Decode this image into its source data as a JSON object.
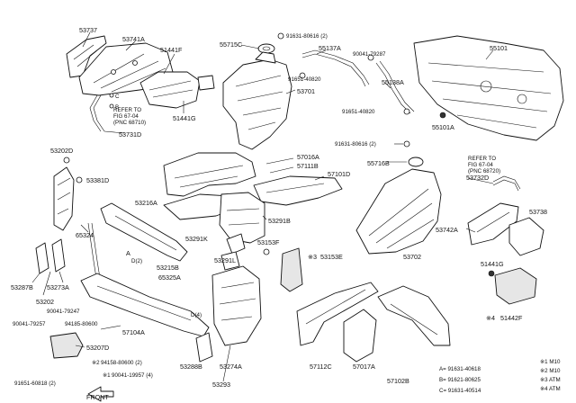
{
  "parts": {
    "p53737": "53737",
    "p53741A": "53741A",
    "p51441F": "51441F",
    "p51441G": "51441G",
    "p53731D": "53731D",
    "p55715C": "55715C",
    "p91631_80616_2": "91631-80616 (2)",
    "p55137A": "55137A",
    "p90041_79287": "90041-79287",
    "p91651_40820_a": "91651-40820",
    "p53701": "53701",
    "p55138A": "55138A",
    "p91651_40820_b": "91651-40820",
    "p55101": "55101",
    "p55101A": "55101A",
    "p53202D": "53202D",
    "p53381D": "53381D",
    "p57016A": "57016A",
    "p57111B": "57111B",
    "p57101D": "57101D",
    "p91631_80616_2b": "91631-80616 (2)",
    "p55716B": "55716B",
    "p53732D": "53732D",
    "p53216A": "53216A",
    "p53291B": "53291B",
    "p53738": "53738",
    "p65324": "65324",
    "p53291K": "53291K",
    "p53153F": "53153F",
    "p53153E": "53153E",
    "p53742A": "53742A",
    "p53702": "53702",
    "p53287B": "53287B",
    "p53273A": "53273A",
    "p53215B": "53215B",
    "p65325A": "65325A",
    "p53291L": "53291L",
    "p51441G_b": "51441G",
    "p53202": "53202",
    "p90041_79247": "90041-79247",
    "p90041_79257": "90041-79257",
    "p94185_80600": "94185-80600",
    "p57104A": "57104A",
    "p53207D": "53207D",
    "p94158_80600_2": "94158-80600 (2)",
    "p90041_19957_4": "90041-19957 (4)",
    "p53288B": "53288B",
    "p53274A": "53274A",
    "p53293": "53293",
    "p91651_60818_2": "91651-60818 (2)",
    "p57112C": "57112C",
    "p57017A": "57017A",
    "p57102B": "57102B",
    "p51442F": "51442F",
    "front": "FRONT",
    "a": "A"
  },
  "markers": {
    "b": "B",
    "c": "C",
    "d": "D",
    "mark3": "※3",
    "mark4": "※4",
    "mark2": "※2",
    "mark1": "※1",
    "d4": "D(4)",
    "d2": "D(2)"
  },
  "refs": {
    "left": [
      "REFER TO",
      "FIG 67-04",
      "(PNC 68710)"
    ],
    "right": [
      "REFER TO",
      "FIG 67-04",
      "(PNC 68720)"
    ]
  },
  "legend": {
    "a": "A= 91631-40618",
    "b": "B= 91621-80625",
    "c": "C= 91631-40514",
    "n1": "※1 M10",
    "n2": "※2 M10",
    "n3": "※3 ATM",
    "n4": "※4 ATM"
  }
}
